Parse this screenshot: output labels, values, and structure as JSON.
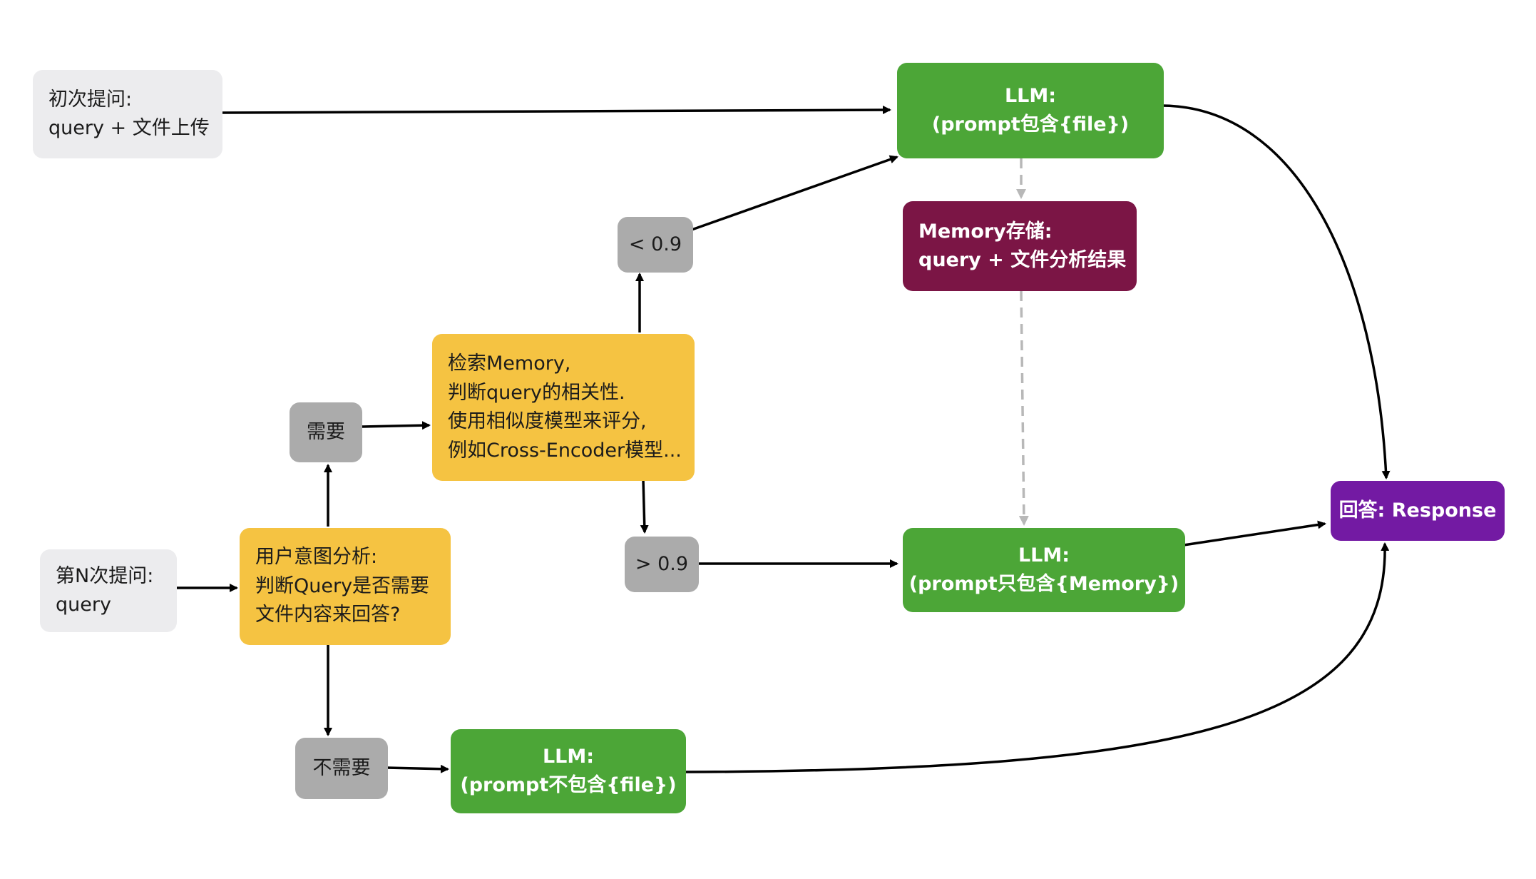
{
  "nodes": {
    "first_query": {
      "lines": [
        "初次提问:",
        "query + 文件上传"
      ]
    },
    "nth_query": {
      "lines": [
        "第N次提问:",
        "query"
      ]
    },
    "intent_analysis": {
      "lines": [
        "用户意图分析:",
        "判断Query是否需要",
        "文件内容来回答?"
      ]
    },
    "need": {
      "label": "需要"
    },
    "no_need": {
      "label": "不需要"
    },
    "retrieve_memory": {
      "lines": [
        "检索Memory,",
        "判断query的相关性.",
        "使用相似度模型来评分,",
        "例如Cross-Encoder模型..."
      ]
    },
    "lt_threshold": {
      "label": "< 0.9"
    },
    "gt_threshold": {
      "label": "> 0.9"
    },
    "llm_with_file": {
      "lines": [
        "LLM:",
        "(prompt包含{file})"
      ]
    },
    "memory_store": {
      "lines": [
        "Memory存储:",
        "query + 文件分析结果"
      ]
    },
    "llm_memory_only": {
      "lines": [
        "LLM:",
        "(prompt只包含{Memory})"
      ]
    },
    "llm_no_file": {
      "lines": [
        "LLM:",
        "(prompt不包含{file})"
      ]
    },
    "response": {
      "label": "回答: Response"
    }
  },
  "colors": {
    "light_box": "#ececee",
    "gray_box": "#ababab",
    "yellow_box": "#f5c342",
    "green_box": "#4ca637",
    "maroon_box": "#7b1545",
    "purple_box": "#731aa3",
    "arrow": "#000000",
    "dashed_arrow": "#b8b8b8"
  }
}
